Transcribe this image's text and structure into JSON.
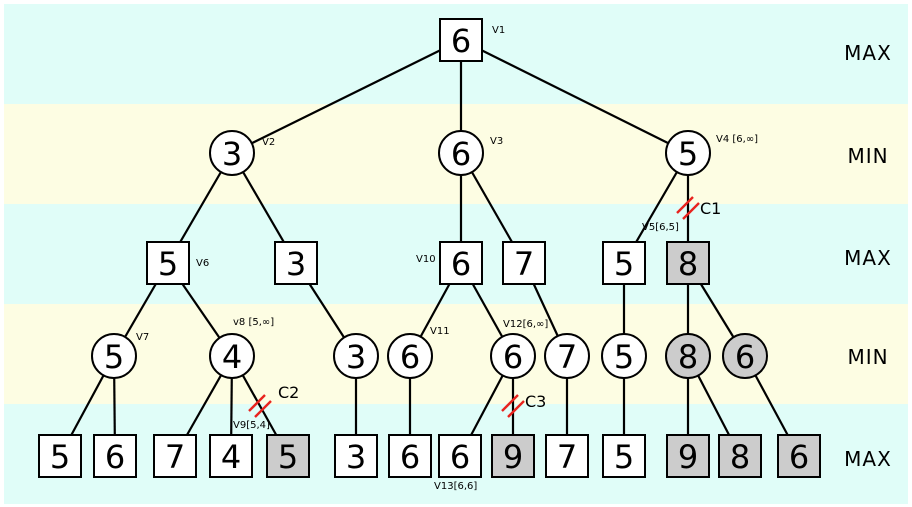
{
  "colors": {
    "band_cyan": "#e0fdf8",
    "band_yellow": "#fdfde3",
    "pruned_fill": "#cccccc",
    "node_fill": "#ffffff",
    "edge": "#000000",
    "cut_mark": "#e8231e"
  },
  "levels": [
    "MAX",
    "MIN",
    "MAX",
    "MIN",
    "MAX"
  ],
  "nodes": [
    {
      "id": "n1",
      "shape": "square",
      "value": "6",
      "label": "V1",
      "pruned": false
    },
    {
      "id": "n2",
      "shape": "circle",
      "value": "3",
      "label": "V2",
      "pruned": false
    },
    {
      "id": "n3",
      "shape": "circle",
      "value": "6",
      "label": "V3",
      "pruned": false
    },
    {
      "id": "n4",
      "shape": "circle",
      "value": "5",
      "label": "V4 [6,∞]",
      "pruned": false
    },
    {
      "id": "n5",
      "shape": "square",
      "value": "5",
      "label": "V6",
      "pruned": false
    },
    {
      "id": "n6",
      "shape": "square",
      "value": "3",
      "label": "",
      "pruned": false
    },
    {
      "id": "n7",
      "shape": "square",
      "value": "6",
      "label": "V10",
      "pruned": false
    },
    {
      "id": "n8",
      "shape": "square",
      "value": "7",
      "label": "",
      "pruned": false
    },
    {
      "id": "n9",
      "shape": "square",
      "value": "5",
      "label": "V5[6,5]",
      "pruned": false
    },
    {
      "id": "n10",
      "shape": "square",
      "value": "8",
      "label": "",
      "pruned": true
    },
    {
      "id": "n11",
      "shape": "circle",
      "value": "5",
      "label": "V7",
      "pruned": false
    },
    {
      "id": "n12",
      "shape": "circle",
      "value": "4",
      "label": "v8 [5,∞]",
      "pruned": false
    },
    {
      "id": "n13",
      "shape": "circle",
      "value": "3",
      "label": "",
      "pruned": false
    },
    {
      "id": "n14",
      "shape": "circle",
      "value": "6",
      "label": "V11",
      "pruned": false
    },
    {
      "id": "n15",
      "shape": "circle",
      "value": "6",
      "label": "V12[6,∞]",
      "pruned": false
    },
    {
      "id": "n16",
      "shape": "circle",
      "value": "7",
      "label": "",
      "pruned": false
    },
    {
      "id": "n17",
      "shape": "circle",
      "value": "5",
      "label": "",
      "pruned": false
    },
    {
      "id": "n18",
      "shape": "circle",
      "value": "8",
      "label": "",
      "pruned": true
    },
    {
      "id": "n19",
      "shape": "circle",
      "value": "6",
      "label": "",
      "pruned": true
    },
    {
      "id": "n20",
      "shape": "square",
      "value": "5",
      "label": "",
      "pruned": false
    },
    {
      "id": "n21",
      "shape": "square",
      "value": "6",
      "label": "",
      "pruned": false
    },
    {
      "id": "n22",
      "shape": "square",
      "value": "7",
      "label": "",
      "pruned": false
    },
    {
      "id": "n23",
      "shape": "square",
      "value": "4",
      "label": "V9[5,4]",
      "pruned": false
    },
    {
      "id": "n24",
      "shape": "square",
      "value": "5",
      "label": "",
      "pruned": true
    },
    {
      "id": "n25",
      "shape": "square",
      "value": "3",
      "label": "",
      "pruned": false
    },
    {
      "id": "n26",
      "shape": "square",
      "value": "6",
      "label": "",
      "pruned": false
    },
    {
      "id": "n27",
      "shape": "square",
      "value": "6",
      "label": "V13[6,6]",
      "pruned": false
    },
    {
      "id": "n28",
      "shape": "square",
      "value": "9",
      "label": "",
      "pruned": true
    },
    {
      "id": "n29",
      "shape": "square",
      "value": "7",
      "label": "",
      "pruned": false
    },
    {
      "id": "n30",
      "shape": "square",
      "value": "5",
      "label": "",
      "pruned": false
    },
    {
      "id": "n31",
      "shape": "square",
      "value": "9",
      "label": "",
      "pruned": true
    },
    {
      "id": "n32",
      "shape": "square",
      "value": "8",
      "label": "",
      "pruned": true
    },
    {
      "id": "n33",
      "shape": "square",
      "value": "6",
      "label": "",
      "pruned": true
    }
  ],
  "edges": [
    [
      "n1",
      "n2"
    ],
    [
      "n1",
      "n3"
    ],
    [
      "n1",
      "n4"
    ],
    [
      "n2",
      "n5"
    ],
    [
      "n2",
      "n6"
    ],
    [
      "n3",
      "n7"
    ],
    [
      "n3",
      "n8"
    ],
    [
      "n4",
      "n9"
    ],
    [
      "n4",
      "n10"
    ],
    [
      "n5",
      "n11"
    ],
    [
      "n5",
      "n12"
    ],
    [
      "n6",
      "n13"
    ],
    [
      "n7",
      "n14"
    ],
    [
      "n7",
      "n15"
    ],
    [
      "n8",
      "n16"
    ],
    [
      "n9",
      "n17"
    ],
    [
      "n10",
      "n18"
    ],
    [
      "n10",
      "n19"
    ],
    [
      "n11",
      "n20"
    ],
    [
      "n11",
      "n21"
    ],
    [
      "n12",
      "n22"
    ],
    [
      "n12",
      "n23"
    ],
    [
      "n12",
      "n24"
    ],
    [
      "n13",
      "n25"
    ],
    [
      "n14",
      "n26"
    ],
    [
      "n15",
      "n27"
    ],
    [
      "n15",
      "n28"
    ],
    [
      "n16",
      "n29"
    ],
    [
      "n17",
      "n30"
    ],
    [
      "n18",
      "n31"
    ],
    [
      "n18",
      "n32"
    ],
    [
      "n19",
      "n33"
    ]
  ],
  "cuts": [
    {
      "label": "C1",
      "edge": [
        "n4",
        "n10"
      ]
    },
    {
      "label": "C2",
      "edge": [
        "n12",
        "n24"
      ]
    },
    {
      "label": "C3",
      "edge": [
        "n15",
        "n28"
      ]
    }
  ]
}
